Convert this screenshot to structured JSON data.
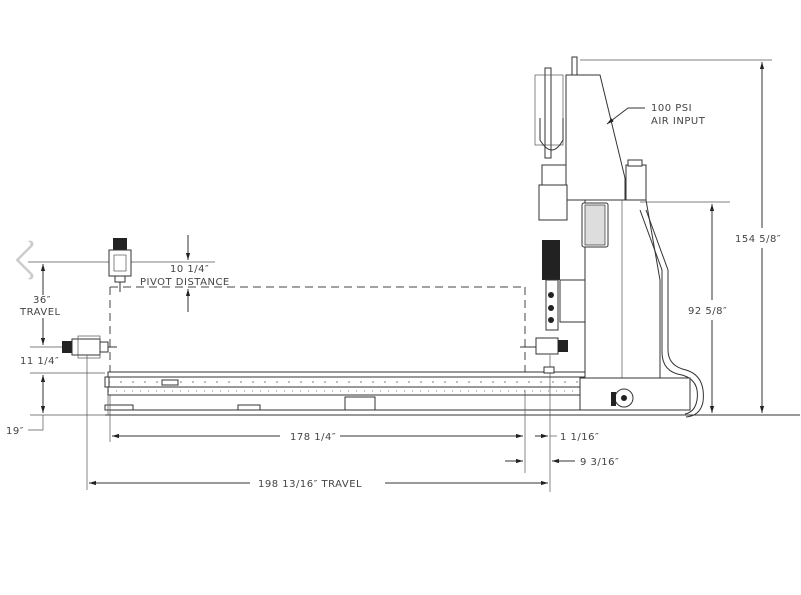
{
  "drawing": {
    "labels": {
      "pivot_value": "10 1/4″",
      "pivot_label": "PIVOT DISTANCE",
      "travel_36_value": "36″",
      "travel_36_label": "TRAVEL",
      "dim_11_14": "11 1/4″",
      "dim_19": "19″",
      "dim_178_14": "178 1/4″",
      "dim_1_116": "1 1/16″",
      "dim_9_316": "9 3/16″",
      "dim_198_travel": "198 13/16″ TRAVEL",
      "dim_154_58": "154 5/8″",
      "dim_92_58": "92 5/8″",
      "air_line1": "100 PSI",
      "air_line2": "AIR INPUT"
    }
  },
  "navigation": {
    "prev_icon": "chevron-left-icon"
  }
}
